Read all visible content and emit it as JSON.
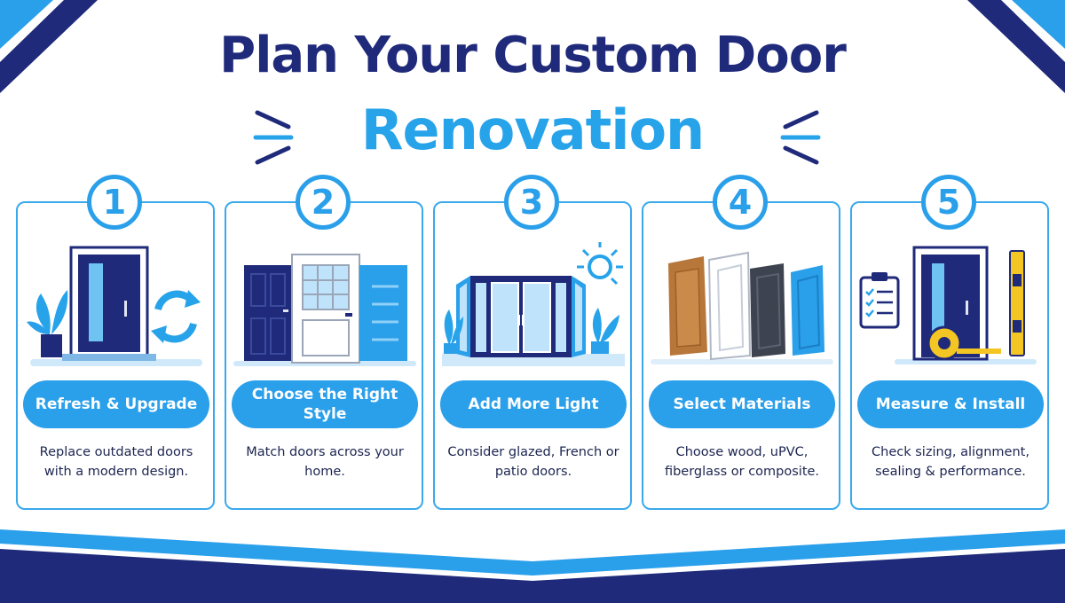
{
  "header": {
    "title_line1": "Plan Your Custom Door",
    "title_line2": "Renovation"
  },
  "colors": {
    "navy": "#1f2a7a",
    "accent_blue": "#27a3ea",
    "card_border": "#3aa9ec"
  },
  "steps": [
    {
      "number": "1",
      "title": "Refresh & Upgrade",
      "description": "Replace outdated doors with a modern design.",
      "icons": [
        "front-door-icon",
        "refresh-arrows-icon",
        "potted-plant-icon"
      ]
    },
    {
      "number": "2",
      "title": "Choose the Right Style",
      "description": "Match doors across your home.",
      "icons": [
        "navy-panel-door-icon",
        "white-glazed-door-icon",
        "blue-modern-door-icon"
      ]
    },
    {
      "number": "3",
      "title": "Add More Light",
      "description": "Consider glazed, French or patio doors.",
      "icons": [
        "french-doors-icon",
        "sun-icon",
        "potted-plant-icon"
      ]
    },
    {
      "number": "4",
      "title": "Select Materials",
      "description": "Choose wood, uPVC, fiberglass or composite.",
      "icons": [
        "wood-door-icon",
        "upvc-door-icon",
        "composite-door-icon",
        "fiberglass-door-icon"
      ]
    },
    {
      "number": "5",
      "title": "Measure & Install",
      "description": "Check sizing, alignment, sealing & performance.",
      "icons": [
        "clipboard-checklist-icon",
        "front-door-icon",
        "tape-measure-icon",
        "spirit-level-icon"
      ]
    }
  ]
}
